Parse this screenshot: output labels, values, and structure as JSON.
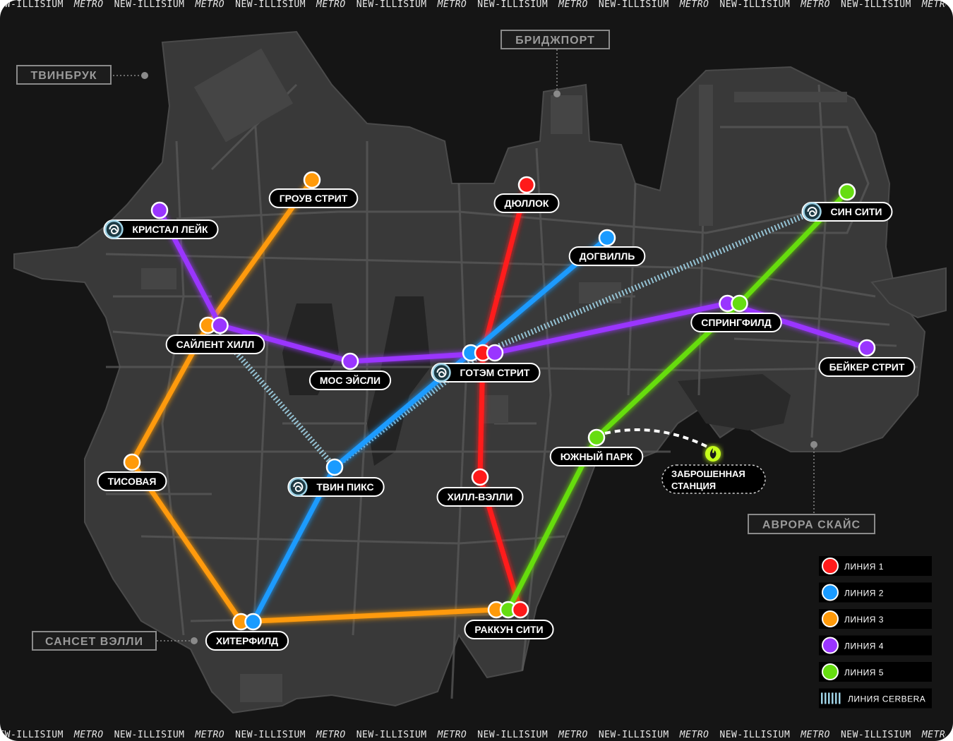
{
  "ticker": {
    "brand": "NEW-ILLISIUM",
    "word": "METRO"
  },
  "districts": [
    {
      "id": "twinbrook",
      "name": "ТВИНБРУК"
    },
    {
      "id": "bridgeport",
      "name": "БРИДЖПОРТ"
    },
    {
      "id": "aurora",
      "name": "АВРОРА СКАЙС"
    },
    {
      "id": "sunset",
      "name": "САНСЕТ ВЭЛЛИ"
    }
  ],
  "stations": [
    {
      "id": "crystal-lake",
      "name": "КРИСТАЛ ЛЕЙК",
      "cerbera": true,
      "lines": [
        4
      ]
    },
    {
      "id": "grove-street",
      "name": "ГРОУВ СТРИТ",
      "cerbera": false,
      "lines": [
        3
      ]
    },
    {
      "id": "dulok",
      "name": "ДЮЛЛОК",
      "cerbera": false,
      "lines": [
        1
      ]
    },
    {
      "id": "dogville",
      "name": "ДОГВИЛЛЬ",
      "cerbera": false,
      "lines": [
        2
      ]
    },
    {
      "id": "sin-city",
      "name": "СИН СИТИ",
      "cerbera": true,
      "lines": [
        5
      ]
    },
    {
      "id": "silent-hill",
      "name": "САЙЛЕНТ ХИЛЛ",
      "cerbera": false,
      "lines": [
        3,
        4
      ]
    },
    {
      "id": "moss-eisley",
      "name": "МОС ЭЙСЛИ",
      "cerbera": false,
      "lines": [
        4
      ]
    },
    {
      "id": "gotham",
      "name": "ГОТЭМ СТРИТ",
      "cerbera": true,
      "lines": [
        2,
        1,
        4
      ]
    },
    {
      "id": "springfield",
      "name": "СПРИНГФИЛД",
      "cerbera": false,
      "lines": [
        4,
        5
      ]
    },
    {
      "id": "baker-street",
      "name": "БЕЙКЕР СТРИТ",
      "cerbera": false,
      "lines": [
        4
      ]
    },
    {
      "id": "south-park",
      "name": "ЮЖНЫЙ ПАРК",
      "cerbera": false,
      "lines": [
        5
      ]
    },
    {
      "id": "tisovaya",
      "name": "ТИСОВАЯ",
      "cerbera": false,
      "lines": [
        3
      ]
    },
    {
      "id": "twin-peaks",
      "name": "ТВИН ПИКС",
      "cerbera": true,
      "lines": [
        2
      ]
    },
    {
      "id": "hill-valley",
      "name": "ХИЛЛ-ВЭЛЛИ",
      "cerbera": false,
      "lines": [
        1
      ]
    },
    {
      "id": "raccoon-city",
      "name": "РАККУН СИТИ",
      "cerbera": false,
      "lines": [
        3,
        5,
        1
      ]
    },
    {
      "id": "hitterfield",
      "name": "ХИТЕРФИЛД",
      "cerbera": false,
      "lines": [
        3,
        2
      ]
    }
  ],
  "abandoned_station": {
    "line1": "ЗАБРОШЕННАЯ",
    "line2": "СТАНЦИЯ"
  },
  "lines": [
    {
      "id": 1,
      "name": "ЛИНИЯ 1",
      "color": "#ff1a1a",
      "route": [
        "dulok",
        "gotham",
        "hill-valley",
        "raccoon-city"
      ]
    },
    {
      "id": 2,
      "name": "ЛИНИЯ 2",
      "color": "#1a9bff",
      "route": [
        "dogville",
        "gotham",
        "twin-peaks",
        "hitterfield"
      ]
    },
    {
      "id": 3,
      "name": "ЛИНИЯ 3",
      "color": "#ff9a0a",
      "route": [
        "grove-street",
        "silent-hill",
        "tisovaya",
        "hitterfield",
        "raccoon-city"
      ]
    },
    {
      "id": 4,
      "name": "ЛИНИЯ 4",
      "color": "#9a35ff",
      "route": [
        "crystal-lake",
        "silent-hill",
        "moss-eisley",
        "gotham",
        "springfield",
        "baker-street"
      ]
    },
    {
      "id": 5,
      "name": "ЛИНИЯ 5",
      "color": "#66dd11",
      "route": [
        "sin-city",
        "springfield",
        "south-park",
        "raccoon-city"
      ]
    }
  ],
  "cerbera": {
    "name": "ЛИНИЯ CERBERA",
    "color": "#9fd3e6",
    "route": [
      "crystal-lake",
      "twin-peaks",
      "gotham",
      "sin-city"
    ]
  },
  "colors": {
    "background": "#151515",
    "land": "#3a3a3a",
    "road": "#555555",
    "label_bg": "#000000",
    "label_border": "#ffffff",
    "district_text": "#9a9a9a",
    "abandoned": "#c6ff1a"
  },
  "icons": {
    "cerbera_station": "swirl-icon",
    "abandoned_station": "flame-icon"
  }
}
